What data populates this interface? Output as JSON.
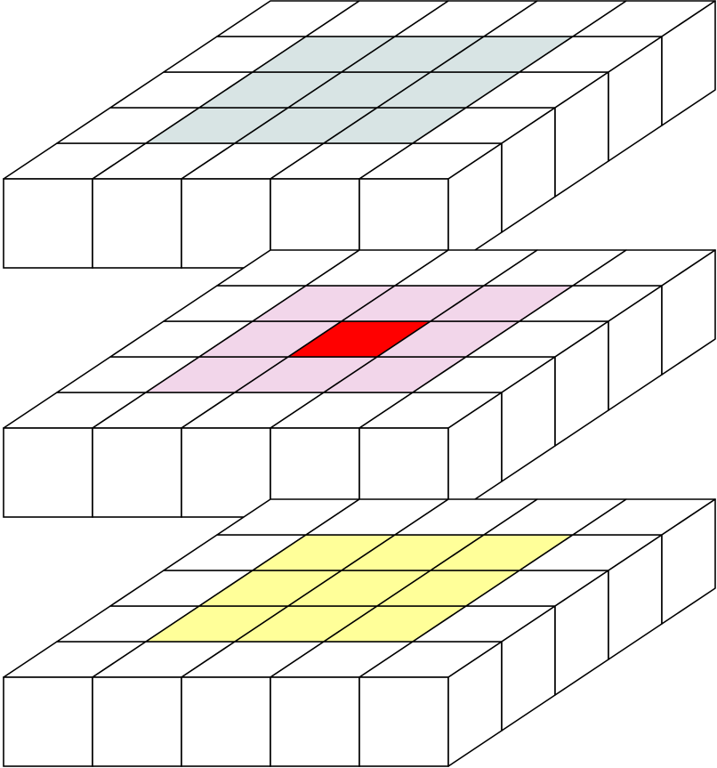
{
  "diagram": {
    "grid_rows": 5,
    "grid_cols": 5,
    "colors": {
      "background": "#ffffff",
      "line": "#000000",
      "cell_default": "#ffffff"
    },
    "layers": [
      {
        "name": "top-layer",
        "highlight_rows": [
          1,
          3
        ],
        "highlight_cols": [
          1,
          3
        ],
        "highlight_color": "#d8e4e4",
        "center_color": "#d8e4e4"
      },
      {
        "name": "middle-layer",
        "highlight_rows": [
          1,
          3
        ],
        "highlight_cols": [
          1,
          3
        ],
        "highlight_color": "#f2d6ea",
        "center_color": "#ff0000"
      },
      {
        "name": "bottom-layer",
        "highlight_rows": [
          1,
          3
        ],
        "highlight_cols": [
          1,
          3
        ],
        "highlight_color": "#ffff99",
        "center_color": "#ffff99"
      }
    ]
  }
}
